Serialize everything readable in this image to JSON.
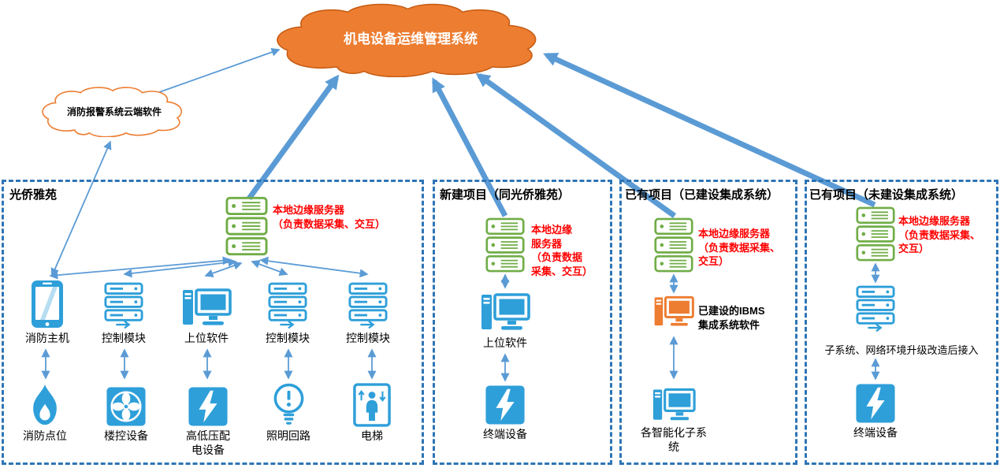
{
  "clouds": {
    "main": "机电设备运维管理系统",
    "fire": "消防报警系统云端软件"
  },
  "zones": [
    {
      "title": "光侨雅苑",
      "server_icon": "edge-server-icon",
      "server_note": "本地边缘服务器\n（负责数据采集、交互）",
      "devices": [
        {
          "label": "消防主机",
          "icon": "fire-host-panel-icon"
        },
        {
          "label": "控制模块",
          "icon": "control-module-rack-icon"
        },
        {
          "label": "上位软件",
          "icon": "desktop-computer-icon"
        },
        {
          "label": "控制模块",
          "icon": "control-module-rack-icon"
        },
        {
          "label": "控制模块",
          "icon": "control-module-rack-icon"
        }
      ],
      "endpoints": [
        {
          "label": "消防点位",
          "icon": "flame-icon"
        },
        {
          "label": "楼控设备",
          "icon": "fan-icon"
        },
        {
          "label": "高低压配电设备",
          "icon": "lightning-square-icon"
        },
        {
          "label": "照明回路",
          "icon": "bulb-alert-icon"
        },
        {
          "label": "电梯",
          "icon": "elevator-icon"
        }
      ]
    },
    {
      "title": "新建项目（同光侨雅苑）",
      "server_icon": "edge-server-icon",
      "server_note": "本地边缘\n服务器\n（负责数据\n采集、交互）",
      "devices": [
        {
          "label": "上位软件",
          "icon": "desktop-computer-icon"
        }
      ],
      "endpoints": [
        {
          "label": "终端设备",
          "icon": "lightning-square-icon"
        }
      ]
    },
    {
      "title": "已有项目（已建设集成系统）",
      "server_icon": "edge-server-icon",
      "server_note": "本地边缘服务器\n（负责数据采集、\n交互）",
      "ibms_note": "已建设的IBMS\n集成系统软件",
      "ibms_icon": "ibms-computer-icon",
      "endpoints": [
        {
          "label": "各智能化子系统",
          "icon": "desktop-computer-icon"
        }
      ]
    },
    {
      "title": "已有项目（未建设集成系统）",
      "server_icon": "edge-server-icon",
      "server_note": "本地边缘服务器\n（负责数据采集、\n交互）",
      "bridge_icon": "subsystem-rack-icon",
      "bridge_note": "子系统、网络环境升级改造后接入",
      "endpoints": [
        {
          "label": "终端设备",
          "icon": "lightning-square-icon"
        }
      ]
    }
  ],
  "colors": {
    "cloud_fill": "#ED7D31",
    "device_blue": "#2E9FD9",
    "server_green": "#70AD47",
    "note_red": "#FF0000",
    "arrow_blue": "#5B9BD5",
    "zone_border_blue": "#2E75B6"
  }
}
